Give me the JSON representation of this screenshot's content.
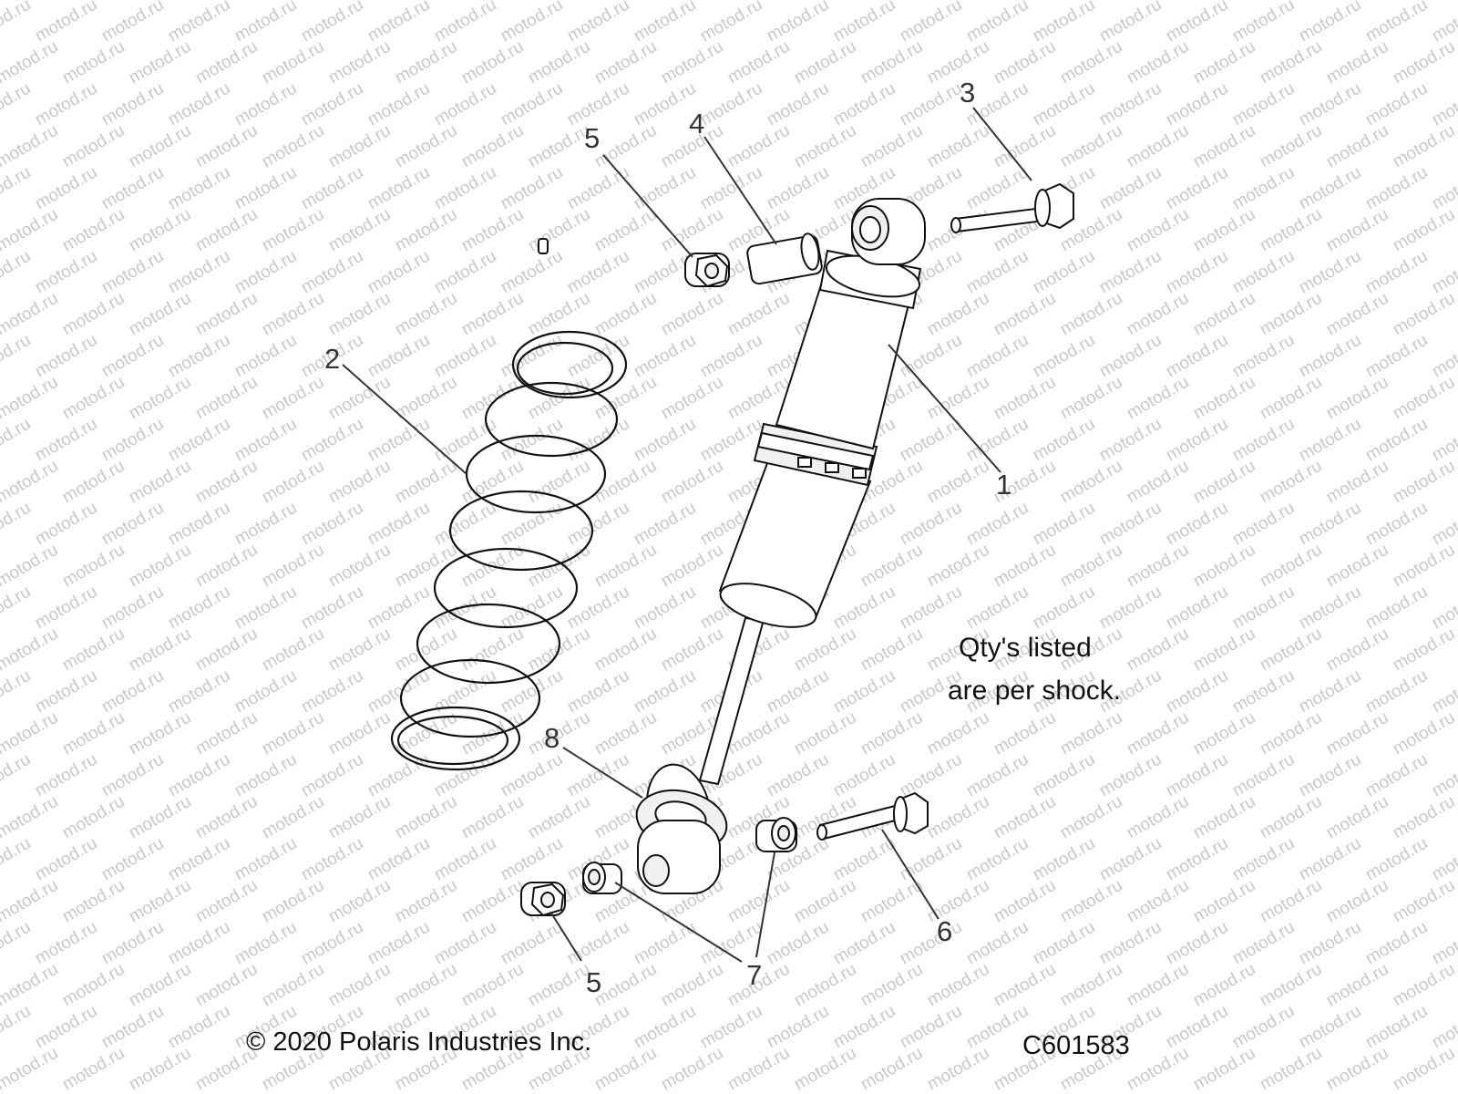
{
  "watermark": {
    "text": "motod.ru"
  },
  "callouts": [
    {
      "id": "1",
      "label": "1"
    },
    {
      "id": "2",
      "label": "2"
    },
    {
      "id": "3",
      "label": "3"
    },
    {
      "id": "4",
      "label": "4"
    },
    {
      "id": "5a",
      "label": "5"
    },
    {
      "id": "5b",
      "label": "5"
    },
    {
      "id": "6",
      "label": "6"
    },
    {
      "id": "7",
      "label": "7"
    },
    {
      "id": "8",
      "label": "8"
    }
  ],
  "note": {
    "line1": "Qty's listed",
    "line2": "are per shock."
  },
  "footer": {
    "copyright": "© 2020 Polaris Industries Inc.",
    "figure_code": "C601583"
  }
}
